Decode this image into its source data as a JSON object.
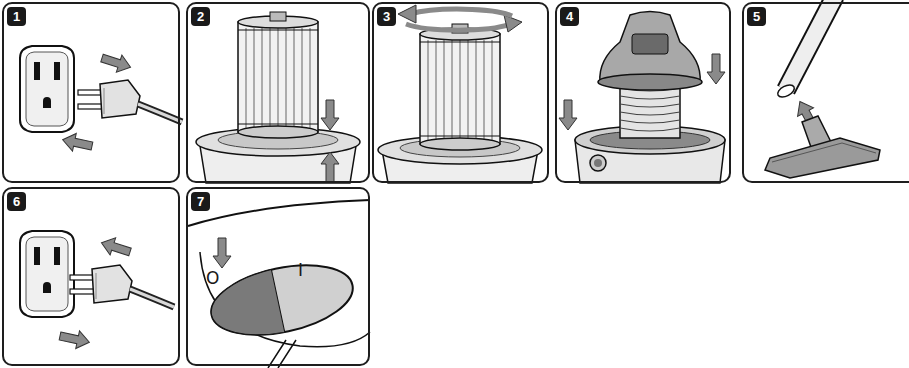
{
  "diagram": {
    "nodes": [
      {
        "text": [
          "1"
        ]
      },
      {
        "text": [
          "2"
        ]
      },
      {
        "text": [
          "3"
        ]
      },
      {
        "text": [
          "4"
        ]
      },
      {
        "text": [
          "5"
        ]
      },
      {
        "text": [
          "6"
        ]
      },
      {
        "text": [
          "7"
        ]
      }
    ],
    "labels": [
      "O",
      "I"
    ]
  }
}
